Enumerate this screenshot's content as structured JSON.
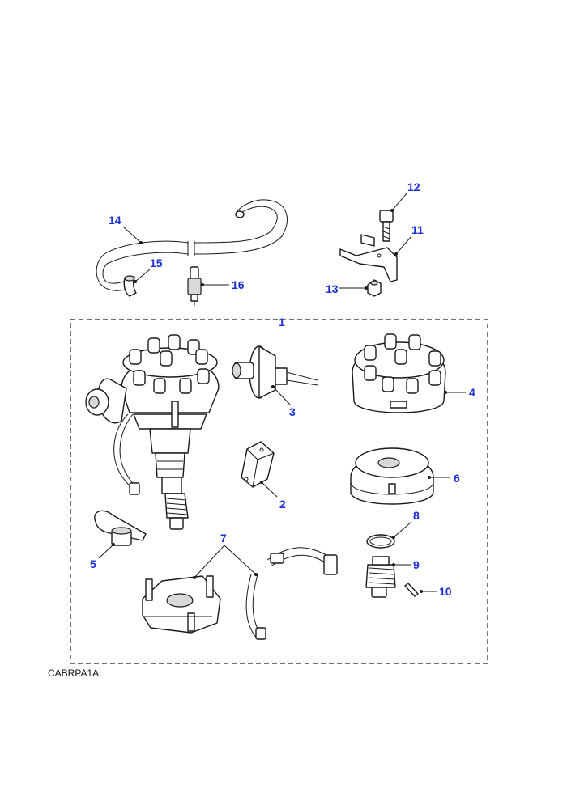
{
  "diagram": {
    "figure_code": "CABRPA1A",
    "callouts": [
      {
        "id": "c1",
        "label": "1"
      },
      {
        "id": "c2",
        "label": "2"
      },
      {
        "id": "c3",
        "label": "3"
      },
      {
        "id": "c4",
        "label": "4"
      },
      {
        "id": "c5",
        "label": "5"
      },
      {
        "id": "c6",
        "label": "6"
      },
      {
        "id": "c7",
        "label": "7"
      },
      {
        "id": "c8",
        "label": "8"
      },
      {
        "id": "c9",
        "label": "9"
      },
      {
        "id": "c10",
        "label": "10"
      },
      {
        "id": "c11",
        "label": "11"
      },
      {
        "id": "c12",
        "label": "12"
      },
      {
        "id": "c13",
        "label": "13"
      },
      {
        "id": "c14",
        "label": "14"
      },
      {
        "id": "c15",
        "label": "15"
      },
      {
        "id": "c16",
        "label": "16"
      }
    ]
  },
  "colors": {
    "callout": "#1a2fd6",
    "line": "#1a1a1a",
    "shade": "#d9d9d9"
  }
}
